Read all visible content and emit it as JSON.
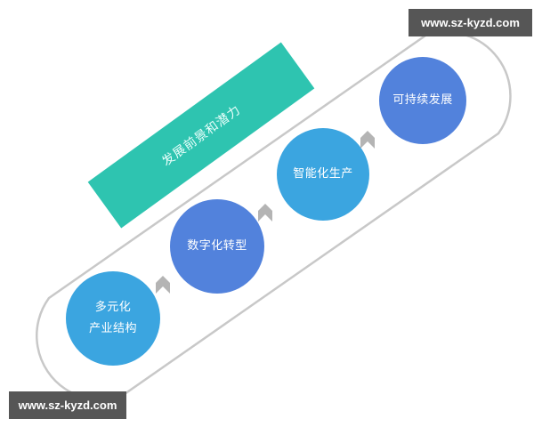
{
  "banner": {
    "text": "发展前景和潜力",
    "color": "#2ec4b0"
  },
  "steps": [
    {
      "line1": "多元化",
      "line2": "产业结构",
      "color": "#3ba5e0"
    },
    {
      "line1": "数字化转型",
      "line2": "",
      "color": "#5282dc"
    },
    {
      "line1": "智能化生产",
      "line2": "",
      "color": "#3ba5e0"
    },
    {
      "line1": "可持续发展",
      "line2": "",
      "color": "#5282dc"
    }
  ],
  "arrows": [
    {
      "icon": "chevron-right-icon"
    },
    {
      "icon": "chevron-right-icon"
    },
    {
      "icon": "chevron-right-icon"
    }
  ],
  "watermarks": {
    "top_right": "www.sz-kyzd.com",
    "bottom_left": "www.sz-kyzd.com"
  },
  "colors": {
    "outline": "#c8c8c8",
    "arrow": "#b4b4b4",
    "watermark_bg": "#565656"
  }
}
